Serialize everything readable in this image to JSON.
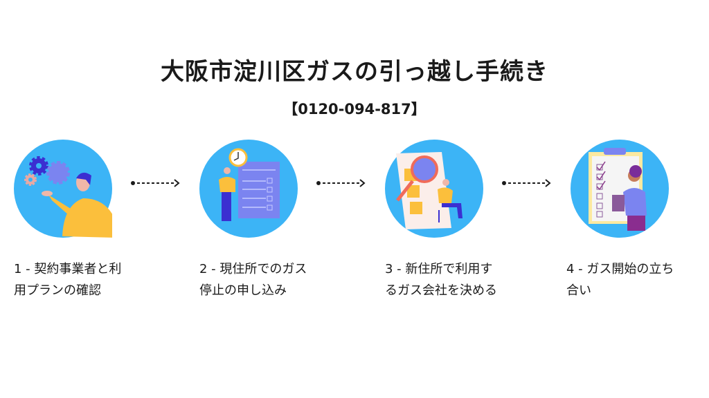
{
  "title": "大阪市淀川区ガスの引っ越し手続き",
  "phone": "【0120-094-817】",
  "steps": [
    {
      "line1": "1 - 契約事業者と利",
      "line2": "用プランの確認",
      "icon": "person-with-gears-illustration"
    },
    {
      "line1": "2 - 現住所でのガス",
      "line2": "停止の申し込み",
      "icon": "woman-checklist-clock-illustration"
    },
    {
      "line1": "3 - 新住所で利用す",
      "line2": "るガス会社を決める",
      "icon": "magnifier-document-illustration"
    },
    {
      "line1": "4 - ガス開始の立ち",
      "line2": "合い",
      "icon": "man-clipboard-illustration"
    }
  ],
  "colors": {
    "circle": "#3cb4f6",
    "yellow": "#fbbf3c",
    "purple": "#7b84f0",
    "text": "#1a1a1a"
  }
}
